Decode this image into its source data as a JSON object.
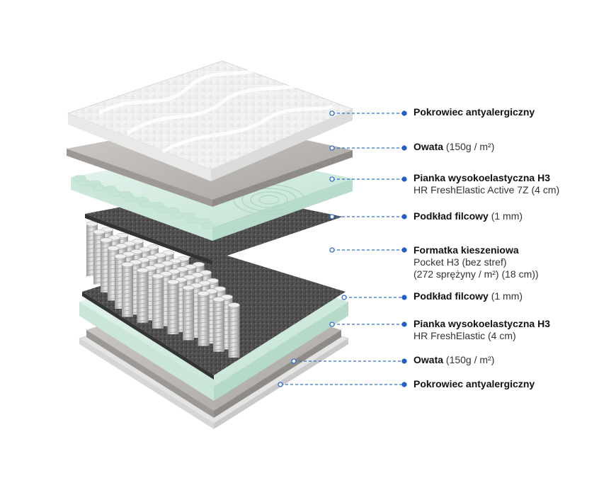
{
  "colors": {
    "connector": "#2f6fd1",
    "dot": "#1f5fc7",
    "cover": "#f1f1f1",
    "wadding": "#b9b6b2",
    "foam": "#d4ece0",
    "felt": "#4a4a4a",
    "spring": "#c9c9c9"
  },
  "layers": [
    {
      "name": "Pokrowiec antyalergiczny",
      "detail": "",
      "sub": []
    },
    {
      "name": "Owata",
      "detail": "(150g / m²)",
      "sub": []
    },
    {
      "name": "Pianka wysokoelastyczna H3",
      "detail": "",
      "sub": [
        "HR FreshElastic Active 7Z (4 cm)"
      ]
    },
    {
      "name": "Podkład filcowy",
      "detail": "(1 mm)",
      "sub": []
    },
    {
      "name": "Formatka kieszeniowa",
      "detail": "",
      "sub": [
        "Pocket H3 (bez stref)",
        "(272 sprężyny / m²) (18 cm))"
      ]
    },
    {
      "name": "Podkład filcowy",
      "detail": "(1 mm)",
      "sub": []
    },
    {
      "name": "Pianka wysokoelastyczna H3",
      "detail": "",
      "sub": [
        "HR FreshElastic (4 cm)"
      ]
    },
    {
      "name": "Owata",
      "detail": "(150g / m²)",
      "sub": []
    },
    {
      "name": "Pokrowiec antyalergiczny",
      "detail": "",
      "sub": []
    }
  ]
}
